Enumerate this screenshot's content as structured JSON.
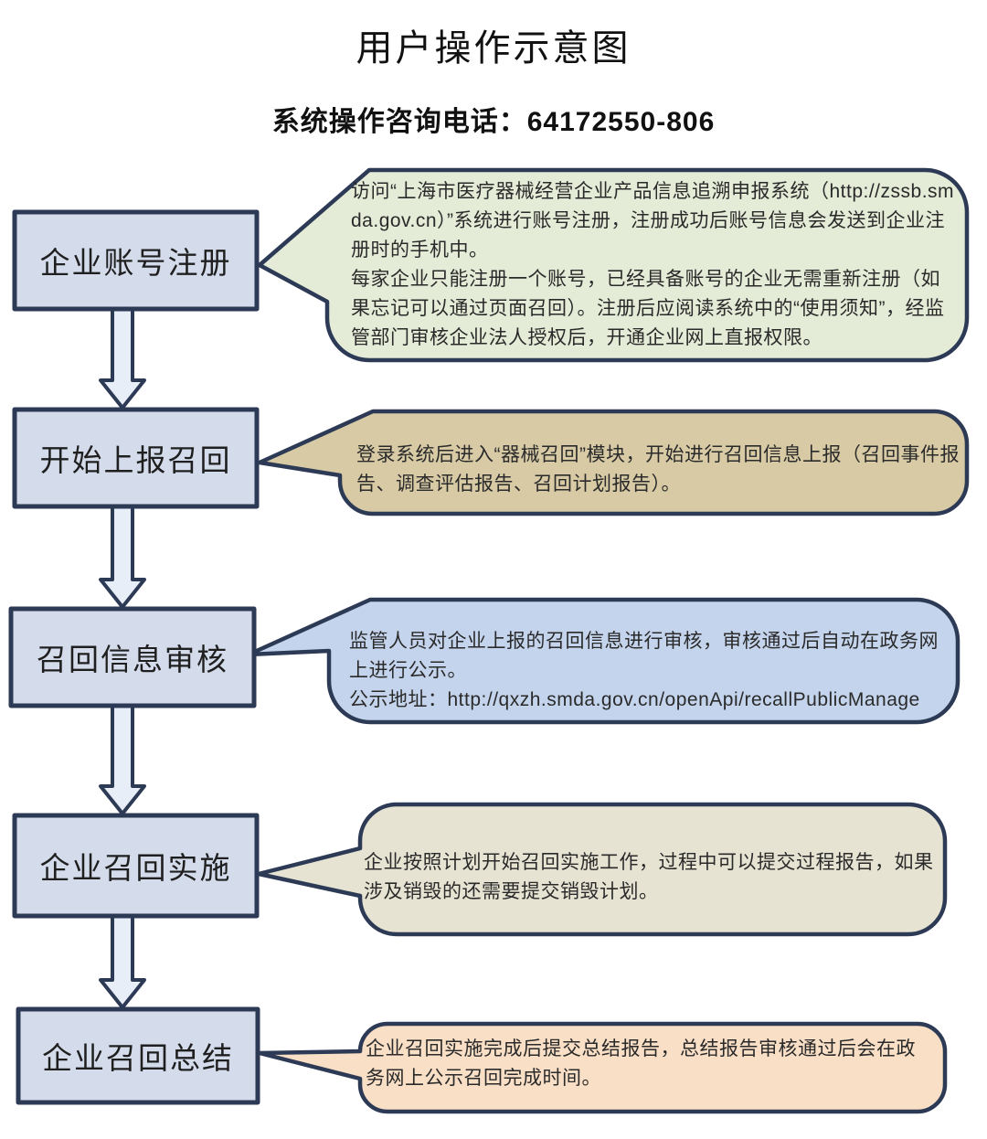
{
  "title": "用户操作示意图",
  "subtitle": "系统操作咨询电话：64172550-806",
  "colors": {
    "box_fill": "#d4dcec",
    "box_border": "#2d3a55",
    "arrow_fill": "#e8eef7",
    "bubble1_fill": "#e4ebd7",
    "bubble2_fill": "#d7caa5",
    "bubble3_fill": "#c4d4ec",
    "bubble4_fill": "#e6e3d3",
    "bubble5_fill": "#f9dfc6"
  },
  "steps": [
    {
      "label": "企业账号注册"
    },
    {
      "label": "开始上报召回"
    },
    {
      "label": "召回信息审核"
    },
    {
      "label": "企业召回实施"
    },
    {
      "label": "企业召回总结"
    }
  ],
  "bubbles": [
    {
      "lines": [
        "访问“上海市医疗器械经营企业产品信息追溯申报系统（http://zssb.smda.gov.cn）”系统进行账号注册，注册成功后账号信息会发送到企业注册时的手机中。",
        "每家企业只能注册一个账号，已经具备账号的企业无需重新注册（如果忘记可以通过页面召回）。注册后应阅读系统中的“使用须知”，经监管部门审核企业法人授权后，开通企业网上直报权限。"
      ]
    },
    {
      "lines": [
        "登录系统后进入“器械召回”模块，开始进行召回信息上报（召回事件报告、调查评估报告、召回计划报告）。"
      ]
    },
    {
      "lines": [
        "监管人员对企业上报的召回信息进行审核，审核通过后自动在政务网上进行公示。",
        "公示地址：http://qxzh.smda.gov.cn/openApi/recallPublicManage"
      ]
    },
    {
      "lines": [
        "企业按照计划开始召回实施工作，过程中可以提交过程报告，如果涉及销毁的还需要提交销毁计划。"
      ]
    },
    {
      "lines": [
        "企业召回实施完成后提交总结报告，总结报告审核通过后会在政务网上公示召回完成时间。"
      ]
    }
  ]
}
